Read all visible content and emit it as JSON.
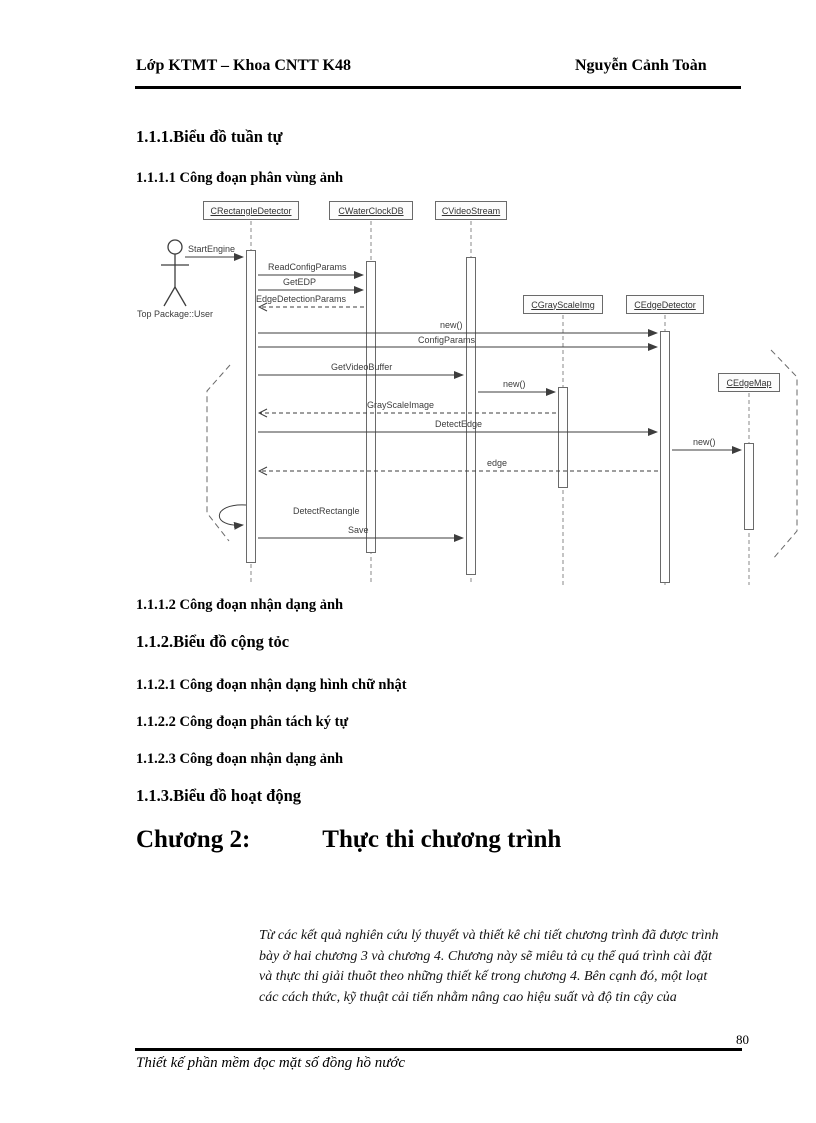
{
  "header": {
    "left": "Lớp KTMT – Khoa CNTT K48",
    "right": "Nguyễn Cảnh Toàn"
  },
  "sections": {
    "s111": "1.1.1.Biểu đồ tuần tự",
    "s1111": "1.1.1.1 Công đoạn phân vùng ảnh",
    "s1112": "1.1.1.2 Công đoạn nhận dạng ảnh",
    "s112": "1.1.2.Biểu đồ cộng tỏc",
    "s1121": "1.1.2.1 Công đoạn nhận dạng hình chữ nhật",
    "s1122": "1.1.2.2 Công đoạn phân tách ký tự",
    "s1123": "1.1.2.3 Công đoạn nhận dạng ảnh",
    "s113": "1.1.3.Biểu đồ hoạt động",
    "chapter_label": "Chương 2:",
    "chapter_title": "Thực thi chương trình"
  },
  "diagram": {
    "actor": "Top Package::User",
    "objects": [
      "CRectangleDetector",
      "CWaterClockDB",
      "CVideoStream",
      "CGrayScaleImg",
      "CEdgeDetector",
      "CEdgeMap"
    ],
    "messages": [
      "StartEngine",
      "ReadConfigParams",
      "GetEDP",
      "EdgeDetectionParams",
      "new()",
      "ConfigParams",
      "GetVideoBuffer",
      "new()",
      "GrayScaleImage",
      "DetectEdge",
      "new()",
      "edge",
      "DetectRectangle",
      "Save"
    ]
  },
  "body_paragraph": "Từ các kết quả nghiên cứu lý thuyết và thiết kê chi tiết chương trình đã được trình bày ở hai chương 3 và chương 4. Chương này sẽ miêu tả cụ thể quá trình cài đặt và thực thi giải thuõt theo những thiết kế trong chương 4. Bên cạnh đó, một loạt các cách thức, kỹ thuật cải tiến nhằm nâng cao hiệu suất và độ tin cậy của",
  "footer": {
    "page_number": "80",
    "title": "Thiết kế phần mềm đọc mặt số đồng hồ nước"
  }
}
